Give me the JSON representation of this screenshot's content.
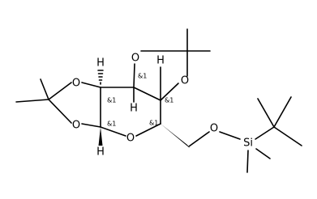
{
  "molecule": {
    "atoms": {
      "o1": "O",
      "o2": "O",
      "o3": "O",
      "o4": "O",
      "o_ring": "O",
      "o_silyl": "O",
      "si": "Si",
      "h1": "H",
      "h2": "H",
      "h3": "H",
      "h4": "H"
    },
    "stereo_label": "&1",
    "bond_color": "#000000",
    "background": "#ffffff"
  }
}
